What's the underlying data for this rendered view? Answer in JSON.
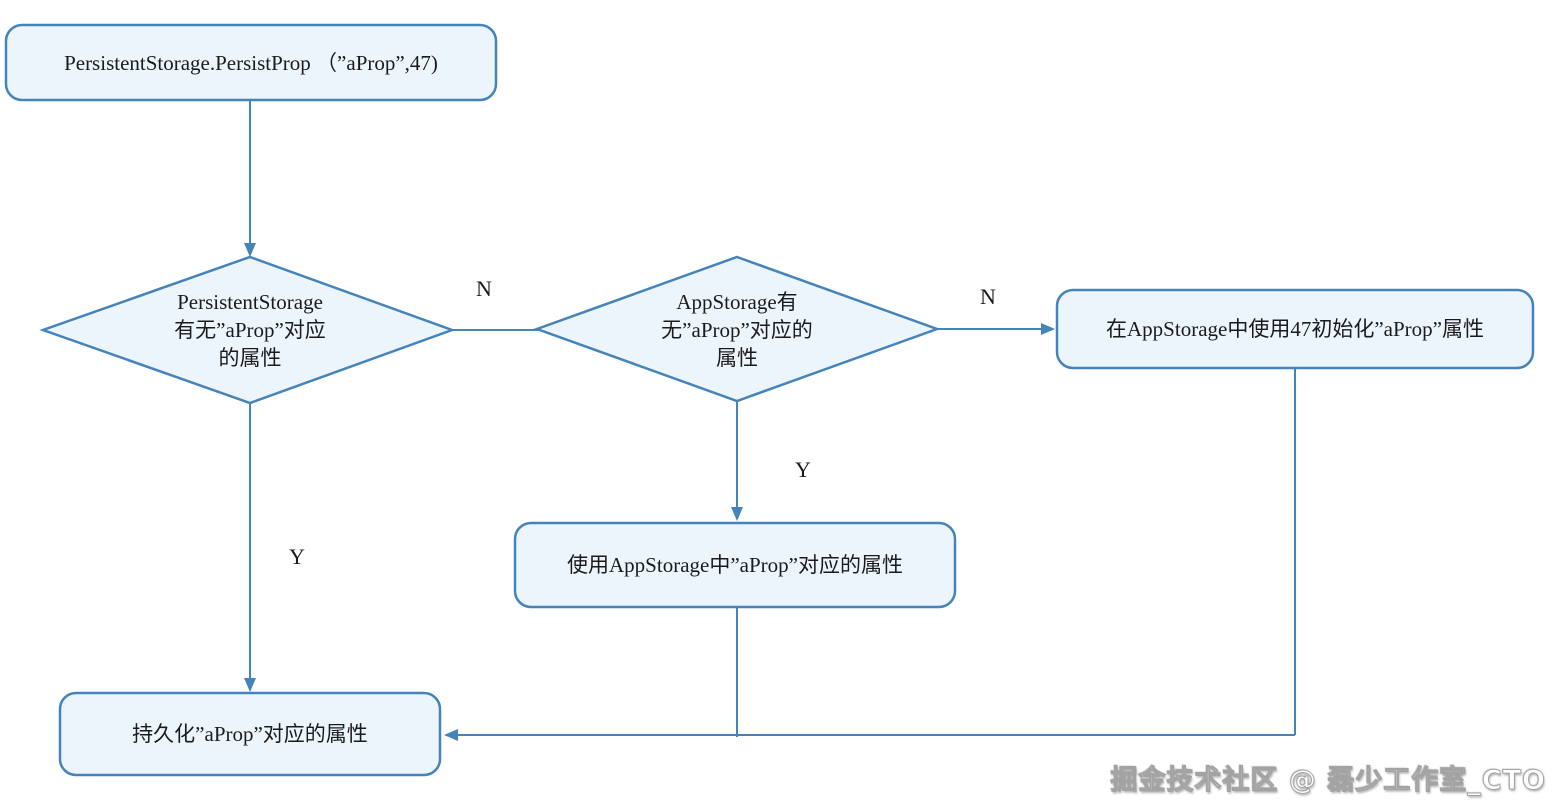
{
  "diagram": {
    "nodes": {
      "start": {
        "label": "PersistentStorage.PersistProp （”aProp”,47)"
      },
      "check_persistent_storage": {
        "lines": [
          "PersistentStorage",
          "有无”aProp”对应",
          "的属性"
        ]
      },
      "check_app_storage": {
        "lines": [
          "AppStorage有",
          "无”aProp”对应的",
          "属性"
        ]
      },
      "init_app_storage": {
        "label": "在AppStorage中使用47初始化”aProp”属性"
      },
      "use_app_storage": {
        "label": "使用AppStorage中”aProp”对应的属性"
      },
      "persist_prop": {
        "label": "持久化”aProp”对应的属性"
      }
    },
    "edge_labels": {
      "persistent_no": "N",
      "persistent_yes": "Y",
      "app_no": "N",
      "app_yes": "Y"
    },
    "colors": {
      "stroke": "#4584bb",
      "node_fill": "#edf5fc",
      "text": "#1b1b1b"
    }
  },
  "watermark": {
    "text": "掘金技术社区 @ 磊少工作室_CTO"
  }
}
